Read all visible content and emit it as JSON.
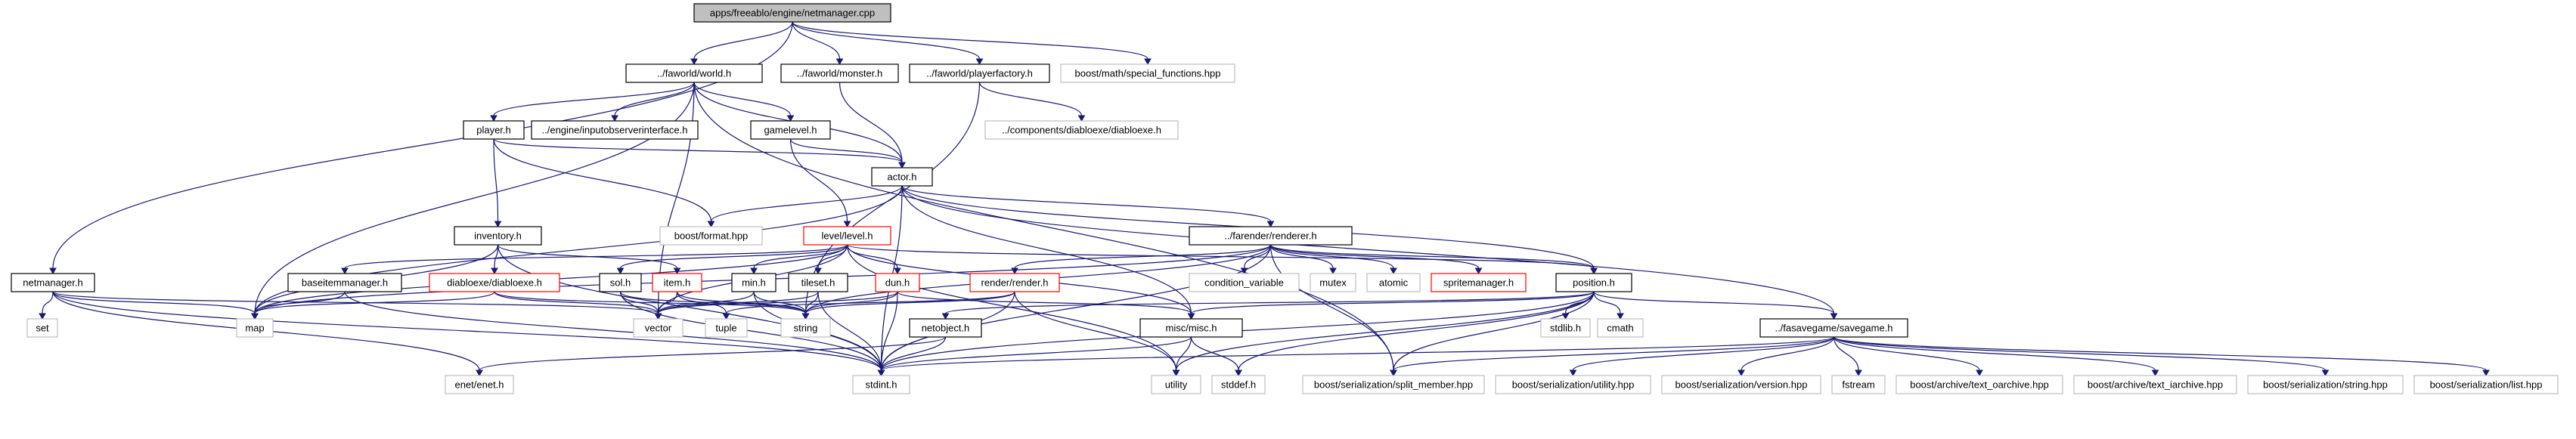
{
  "colors": {
    "edge": "#191970",
    "node_border": "#000000",
    "node_border_missing": "#bfbfbf",
    "node_border_truncated": "#ff0000",
    "root_fill": "#bfbfbf",
    "node_fill": "#ffffff"
  },
  "nodes": [
    {
      "id": "root",
      "label": "apps/freeablo/engine/netmanager.cpp",
      "kind": "root"
    },
    {
      "id": "world",
      "label": "../faworld/world.h",
      "kind": "normal"
    },
    {
      "id": "monster",
      "label": "../faworld/monster.h",
      "kind": "normal"
    },
    {
      "id": "playerfactory",
      "label": "../faworld/playerfactory.h",
      "kind": "normal"
    },
    {
      "id": "specialfunc",
      "label": "boost/math/special_functions.hpp",
      "kind": "missing"
    },
    {
      "id": "netmanager_h",
      "label": "netmanager.h",
      "kind": "normal"
    },
    {
      "id": "player",
      "label": "player.h",
      "kind": "normal"
    },
    {
      "id": "inputobserver",
      "label": "../engine/inputobserverinterface.h",
      "kind": "normal"
    },
    {
      "id": "gamelevel",
      "label": "gamelevel.h",
      "kind": "normal"
    },
    {
      "id": "diabloexe_comp",
      "label": "../components/diabloexe/diabloexe.h",
      "kind": "missing"
    },
    {
      "id": "actor",
      "label": "actor.h",
      "kind": "normal"
    },
    {
      "id": "inventory",
      "label": "inventory.h",
      "kind": "normal"
    },
    {
      "id": "boostformat",
      "label": "boost/format.hpp",
      "kind": "missing"
    },
    {
      "id": "level",
      "label": "level/level.h",
      "kind": "truncated"
    },
    {
      "id": "renderer",
      "label": "../farender/renderer.h",
      "kind": "normal"
    },
    {
      "id": "baseitemmanager",
      "label": "baseitemmanager.h",
      "kind": "normal"
    },
    {
      "id": "diabloexe",
      "label": "diabloexe/diabloexe.h",
      "kind": "truncated"
    },
    {
      "id": "sol",
      "label": "sol.h",
      "kind": "normal"
    },
    {
      "id": "item",
      "label": "item.h",
      "kind": "truncated"
    },
    {
      "id": "min",
      "label": "min.h",
      "kind": "normal"
    },
    {
      "id": "tileset",
      "label": "tileset.h",
      "kind": "normal"
    },
    {
      "id": "dun",
      "label": "dun.h",
      "kind": "truncated"
    },
    {
      "id": "render",
      "label": "render/render.h",
      "kind": "truncated"
    },
    {
      "id": "condvar",
      "label": "condition_variable",
      "kind": "missing"
    },
    {
      "id": "mutex",
      "label": "mutex",
      "kind": "missing"
    },
    {
      "id": "atomic",
      "label": "atomic",
      "kind": "missing"
    },
    {
      "id": "spritemanager",
      "label": "spritemanager.h",
      "kind": "truncated"
    },
    {
      "id": "position",
      "label": "position.h",
      "kind": "normal"
    },
    {
      "id": "set",
      "label": "set",
      "kind": "missing"
    },
    {
      "id": "map",
      "label": "map",
      "kind": "missing"
    },
    {
      "id": "vector",
      "label": "vector",
      "kind": "missing"
    },
    {
      "id": "tuple",
      "label": "tuple",
      "kind": "missing"
    },
    {
      "id": "string",
      "label": "string",
      "kind": "missing"
    },
    {
      "id": "netobject",
      "label": "netobject.h",
      "kind": "normal"
    },
    {
      "id": "miscmisc",
      "label": "misc/misc.h",
      "kind": "normal"
    },
    {
      "id": "stdlib",
      "label": "stdlib.h",
      "kind": "missing"
    },
    {
      "id": "cmath",
      "label": "cmath",
      "kind": "missing"
    },
    {
      "id": "savegame",
      "label": "../fasavegame/savegame.h",
      "kind": "normal"
    },
    {
      "id": "enet",
      "label": "enet/enet.h",
      "kind": "missing"
    },
    {
      "id": "stdint",
      "label": "stdint.h",
      "kind": "missing"
    },
    {
      "id": "utility",
      "label": "utility",
      "kind": "missing"
    },
    {
      "id": "stddef",
      "label": "stddef.h",
      "kind": "missing"
    },
    {
      "id": "split_member",
      "label": "boost/serialization/split_member.hpp",
      "kind": "missing"
    },
    {
      "id": "ser_utility",
      "label": "boost/serialization/utility.hpp",
      "kind": "missing"
    },
    {
      "id": "ser_version",
      "label": "boost/serialization/version.hpp",
      "kind": "missing"
    },
    {
      "id": "fstream",
      "label": "fstream",
      "kind": "missing"
    },
    {
      "id": "text_oarchive",
      "label": "boost/archive/text_oarchive.hpp",
      "kind": "missing"
    },
    {
      "id": "text_iarchive",
      "label": "boost/archive/text_iarchive.hpp",
      "kind": "missing"
    },
    {
      "id": "ser_string",
      "label": "boost/serialization/string.hpp",
      "kind": "missing"
    },
    {
      "id": "ser_list",
      "label": "boost/serialization/list.hpp",
      "kind": "missing"
    }
  ],
  "edges": [
    [
      "root",
      "world"
    ],
    [
      "root",
      "monster"
    ],
    [
      "root",
      "playerfactory"
    ],
    [
      "root",
      "specialfunc"
    ],
    [
      "root",
      "netmanager_h"
    ],
    [
      "world",
      "player"
    ],
    [
      "world",
      "inputobserver"
    ],
    [
      "world",
      "gamelevel"
    ],
    [
      "world",
      "actor"
    ],
    [
      "world",
      "map"
    ],
    [
      "world",
      "vector"
    ],
    [
      "world",
      "split_member"
    ],
    [
      "monster",
      "actor"
    ],
    [
      "playerfactory",
      "diabloexe_comp"
    ],
    [
      "playerfactory",
      "string"
    ],
    [
      "player",
      "inventory"
    ],
    [
      "player",
      "actor"
    ],
    [
      "player",
      "boostformat"
    ],
    [
      "gamelevel",
      "actor"
    ],
    [
      "gamelevel",
      "level"
    ],
    [
      "actor",
      "boostformat"
    ],
    [
      "actor",
      "renderer"
    ],
    [
      "actor",
      "position"
    ],
    [
      "actor",
      "savegame"
    ],
    [
      "actor",
      "map"
    ],
    [
      "actor",
      "miscmisc"
    ],
    [
      "actor",
      "stdint"
    ],
    [
      "inventory",
      "item"
    ],
    [
      "inventory",
      "diabloexe"
    ],
    [
      "inventory",
      "map"
    ],
    [
      "inventory",
      "stdint"
    ],
    [
      "level",
      "baseitemmanager"
    ],
    [
      "level",
      "sol"
    ],
    [
      "level",
      "min"
    ],
    [
      "level",
      "tileset"
    ],
    [
      "level",
      "dun"
    ],
    [
      "level",
      "map"
    ],
    [
      "level",
      "utility"
    ],
    [
      "level",
      "position"
    ],
    [
      "level",
      "miscmisc"
    ],
    [
      "level",
      "vector"
    ],
    [
      "renderer",
      "render"
    ],
    [
      "renderer",
      "condvar"
    ],
    [
      "renderer",
      "mutex"
    ],
    [
      "renderer",
      "atomic"
    ],
    [
      "renderer",
      "spritemanager"
    ],
    [
      "renderer",
      "position"
    ],
    [
      "renderer",
      "map"
    ],
    [
      "renderer",
      "string"
    ],
    [
      "renderer",
      "stdint"
    ],
    [
      "renderer",
      "split_member"
    ],
    [
      "baseitemmanager",
      "map"
    ],
    [
      "baseitemmanager",
      "stdint"
    ],
    [
      "diabloexe",
      "map"
    ],
    [
      "diabloexe",
      "vector"
    ],
    [
      "diabloexe",
      "string"
    ],
    [
      "sol",
      "vector"
    ],
    [
      "sol",
      "string"
    ],
    [
      "sol",
      "stdint"
    ],
    [
      "item",
      "vector"
    ],
    [
      "item",
      "tuple"
    ],
    [
      "item",
      "string"
    ],
    [
      "min",
      "vector"
    ],
    [
      "min",
      "string"
    ],
    [
      "min",
      "stdint"
    ],
    [
      "tileset",
      "vector"
    ],
    [
      "tileset",
      "string"
    ],
    [
      "tileset",
      "stdint"
    ],
    [
      "dun",
      "vector"
    ],
    [
      "dun",
      "miscmisc"
    ],
    [
      "dun",
      "string"
    ],
    [
      "dun",
      "stdint"
    ],
    [
      "render",
      "tuple"
    ],
    [
      "render",
      "string"
    ],
    [
      "render",
      "utility"
    ],
    [
      "render",
      "stdint"
    ],
    [
      "position",
      "netobject"
    ],
    [
      "position",
      "miscmisc"
    ],
    [
      "position",
      "stdlib"
    ],
    [
      "position",
      "cmath"
    ],
    [
      "position",
      "savegame"
    ],
    [
      "position",
      "utility"
    ],
    [
      "position",
      "stdint"
    ],
    [
      "position",
      "stddef"
    ],
    [
      "position",
      "split_member"
    ],
    [
      "netmanager_h",
      "set"
    ],
    [
      "netmanager_h",
      "map"
    ],
    [
      "netmanager_h",
      "vector"
    ],
    [
      "netmanager_h",
      "enet"
    ],
    [
      "netmanager_h",
      "stdint"
    ],
    [
      "netobject",
      "enet"
    ],
    [
      "netobject",
      "stdint"
    ],
    [
      "miscmisc",
      "stdint"
    ],
    [
      "miscmisc",
      "utility"
    ],
    [
      "miscmisc",
      "stddef"
    ],
    [
      "savegame",
      "stdint"
    ],
    [
      "savegame",
      "split_member"
    ],
    [
      "savegame",
      "ser_utility"
    ],
    [
      "savegame",
      "ser_version"
    ],
    [
      "savegame",
      "fstream"
    ],
    [
      "savegame",
      "text_oarchive"
    ],
    [
      "savegame",
      "text_iarchive"
    ],
    [
      "savegame",
      "ser_string"
    ],
    [
      "savegame",
      "ser_list"
    ]
  ]
}
